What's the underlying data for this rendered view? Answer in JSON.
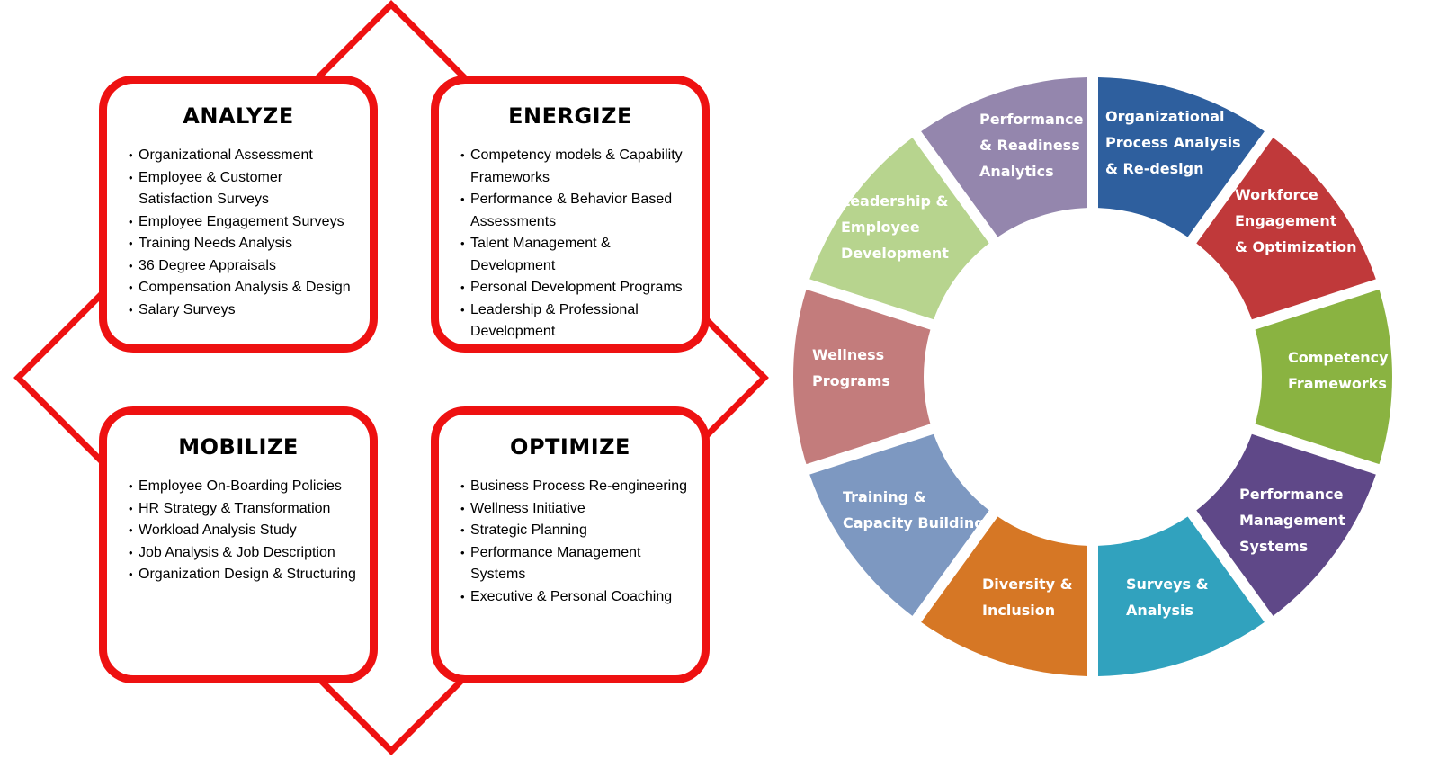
{
  "quadrants": [
    {
      "title": "ANALYZE",
      "items": [
        "Organizational Assessment",
        "Employee & Customer Satisfaction Surveys",
        "Employee Engagement Surveys",
        "Training Needs Analysis",
        "36 Degree Appraisals",
        "Compensation Analysis & Design",
        "Salary Surveys"
      ]
    },
    {
      "title": "ENERGIZE",
      "items": [
        "Competency models & Capability Frameworks",
        "Performance & Behavior Based Assessments",
        "Talent Management & Development",
        "Personal Development Programs",
        "Leadership & Professional Development"
      ]
    },
    {
      "title": "MOBILIZE",
      "items": [
        "Employee On-Boarding Policies",
        "HR Strategy & Transformation",
        "Workload Analysis Study",
        "Job Analysis & Job Description",
        "Organization Design & Structuring"
      ]
    },
    {
      "title": "OPTIMIZE",
      "items": [
        "Business Process Re-engineering",
        "Wellness Initiative",
        "Strategic Planning",
        "Performance Management Systems",
        "Executive & Personal Coaching"
      ]
    }
  ],
  "colors": {
    "frame_red": "#ee1111"
  },
  "wheel": {
    "segments": [
      {
        "lines": [
          "Organizational",
          "Process Analysis",
          "& Re-design"
        ],
        "color": "#2e5f9e"
      },
      {
        "lines": [
          "Workforce",
          "Engagement",
          "& Optimization"
        ],
        "color": "#c0393a"
      },
      {
        "lines": [
          "Competency",
          "Frameworks"
        ],
        "color": "#8ab341"
      },
      {
        "lines": [
          "Performance",
          "Management",
          "Systems"
        ],
        "color": "#5f4888"
      },
      {
        "lines": [
          "Surveys &",
          "Analysis"
        ],
        "color": "#31a2be"
      },
      {
        "lines": [
          "Diversity &",
          "Inclusion"
        ],
        "color": "#d67725"
      },
      {
        "lines": [
          "Training &",
          "Capacity Building"
        ],
        "color": "#7d98c1"
      },
      {
        "lines": [
          "Wellness",
          "Programs"
        ],
        "color": "#c37c7c"
      },
      {
        "lines": [
          "Leadership &",
          "Employee",
          "Development"
        ],
        "color": "#b7d48e"
      },
      {
        "lines": [
          "Performance",
          "& Readiness",
          "Analytics"
        ],
        "color": "#9486ad"
      }
    ]
  }
}
